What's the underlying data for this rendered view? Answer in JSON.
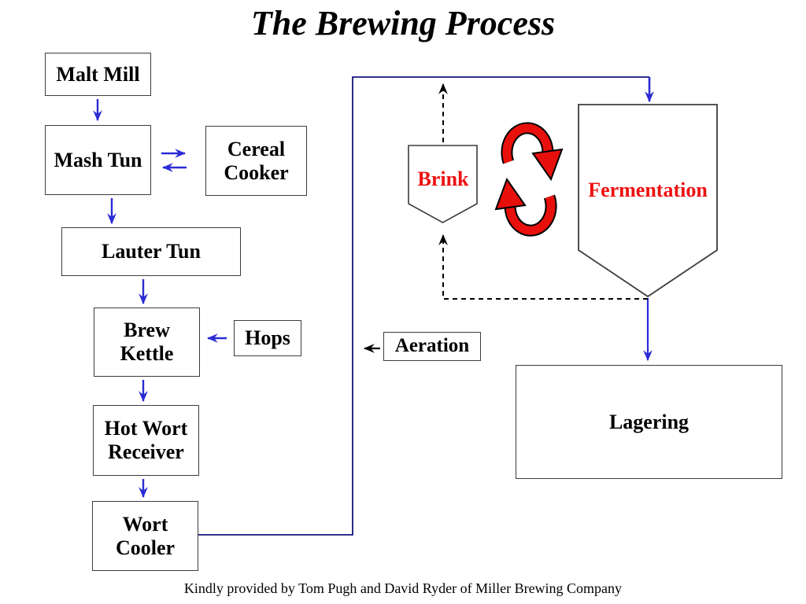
{
  "title": "The Brewing Process",
  "caption": "Kindly provided by Tom Pugh and David Ryder of Miller Brewing Company",
  "colors": {
    "arrow_blue": "#2b2bd5",
    "connector_navy": "#16167f",
    "accent_red": "#ee1111",
    "recycle_red": "#e8100c",
    "box_border": "#3c3c3c"
  },
  "boxes": {
    "malt_mill": {
      "label": "Malt Mill"
    },
    "mash_tun": {
      "label": "Mash Tun"
    },
    "cereal_cooker": {
      "label": "Cereal\nCooker"
    },
    "lauter_tun": {
      "label": "Lauter Tun"
    },
    "brew_kettle": {
      "label": "Brew\nKettle"
    },
    "hops": {
      "label": "Hops"
    },
    "hot_wort_receiver": {
      "label": "Hot Wort\nReceiver"
    },
    "wort_cooler": {
      "label": "Wort\nCooler"
    },
    "aeration": {
      "label": "Aeration"
    },
    "lagering": {
      "label": "Lagering"
    }
  },
  "vessels": {
    "brink": {
      "label": "Brink"
    },
    "fermentation": {
      "label": "Fermentation"
    }
  }
}
